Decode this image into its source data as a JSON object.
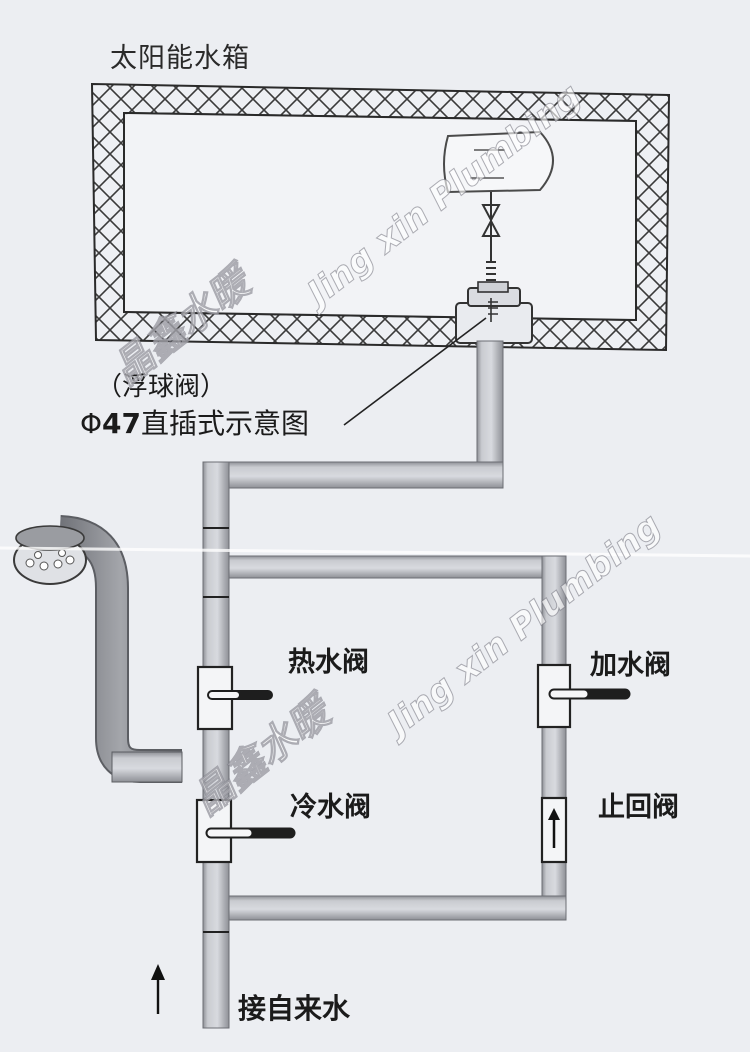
{
  "diagram": {
    "title": "太阳能水箱",
    "float_valve_label": "（浮球阀）",
    "insert_label_symbol": "Φ",
    "insert_label_size": "47",
    "insert_label_text": "直插式示意图",
    "hot_valve_label": "热水阀",
    "add_water_valve_label": "加水阀",
    "cold_valve_label": "冷水阀",
    "check_valve_label": "止回阀",
    "inlet_label": "接自来水"
  },
  "watermark": {
    "brand_cn": "晶鑫水暖",
    "brand_en": "Jing xin Plumbing"
  }
}
